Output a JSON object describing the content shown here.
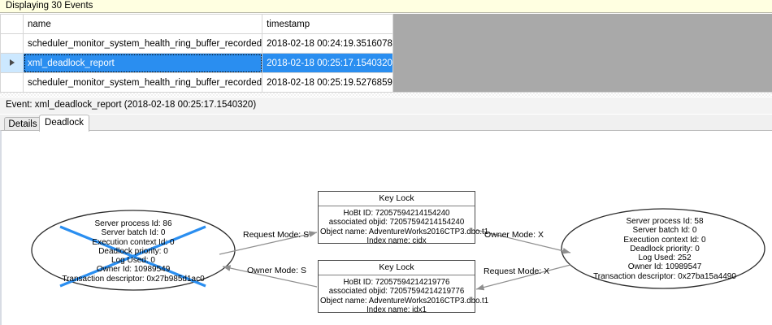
{
  "status_bar": {
    "text": "Displaying 30 Events"
  },
  "grid": {
    "columns": [
      "",
      "name",
      "timestamp"
    ],
    "rows": [
      {
        "selector": "",
        "name": "scheduler_monitor_system_health_ring_buffer_recorded",
        "timestamp": "2018-02-18 00:24:19.3516078",
        "selected": false
      },
      {
        "selector": "row-indicator",
        "name": "xml_deadlock_report",
        "timestamp": "2018-02-18 00:25:17.1540320",
        "selected": true
      },
      {
        "selector": "",
        "name": "scheduler_monitor_system_health_ring_buffer_recorded",
        "timestamp": "2018-02-18 00:25:19.5276859",
        "selected": false
      }
    ]
  },
  "event_header": {
    "text": "Event: xml_deadlock_report (2018-02-18 00:25:17.1540320)"
  },
  "tabs": [
    {
      "label": "Details",
      "active": false
    },
    {
      "label": "Deadlock",
      "active": true
    }
  ],
  "deadlock_graph": {
    "process_left": {
      "victim": true,
      "lines": [
        "Server process Id: 86",
        "Server batch Id: 0",
        "Execution context Id: 0",
        "Deadlock priority: 0",
        "Log Used: 0",
        "Owner Id: 10989549",
        "Transaction descriptor: 0x27b985d1ac0"
      ]
    },
    "process_right": {
      "victim": false,
      "lines": [
        "Server process Id: 58",
        "Server batch Id: 0",
        "Execution context Id: 0",
        "Deadlock priority: 0",
        "Log Used: 252",
        "Owner Id: 10989547",
        "Transaction descriptor: 0x27ba15a4490"
      ]
    },
    "resource_top": {
      "title": "Key Lock",
      "lines": [
        "HoBt ID: 72057594214154240",
        "associated objid: 72057594214154240",
        "Object name: AdventureWorks2016CTP3.dbo.t1",
        "Index name: cidx"
      ]
    },
    "resource_bottom": {
      "title": "Key Lock",
      "lines": [
        "HoBt ID: 72057594214219776",
        "associated objid: 72057594214219776",
        "Object name: AdventureWorks2016CTP3.dbo.t1",
        "Index name: idx1"
      ]
    },
    "edges": [
      {
        "name": "left-requests-top",
        "label": "Request Mode: S"
      },
      {
        "name": "right-owns-top",
        "label": "Owner Mode: X"
      },
      {
        "name": "bottom-owned-by-left",
        "label": "Owner Mode: S"
      },
      {
        "name": "right-requests-bottom",
        "label": "Request Mode: X"
      }
    ],
    "colors": {
      "victim_cross": "#2a8ef0",
      "node_outline": "#2b2b2b",
      "edge": "#8a8a8a",
      "selection": "#2a8ef0"
    }
  }
}
